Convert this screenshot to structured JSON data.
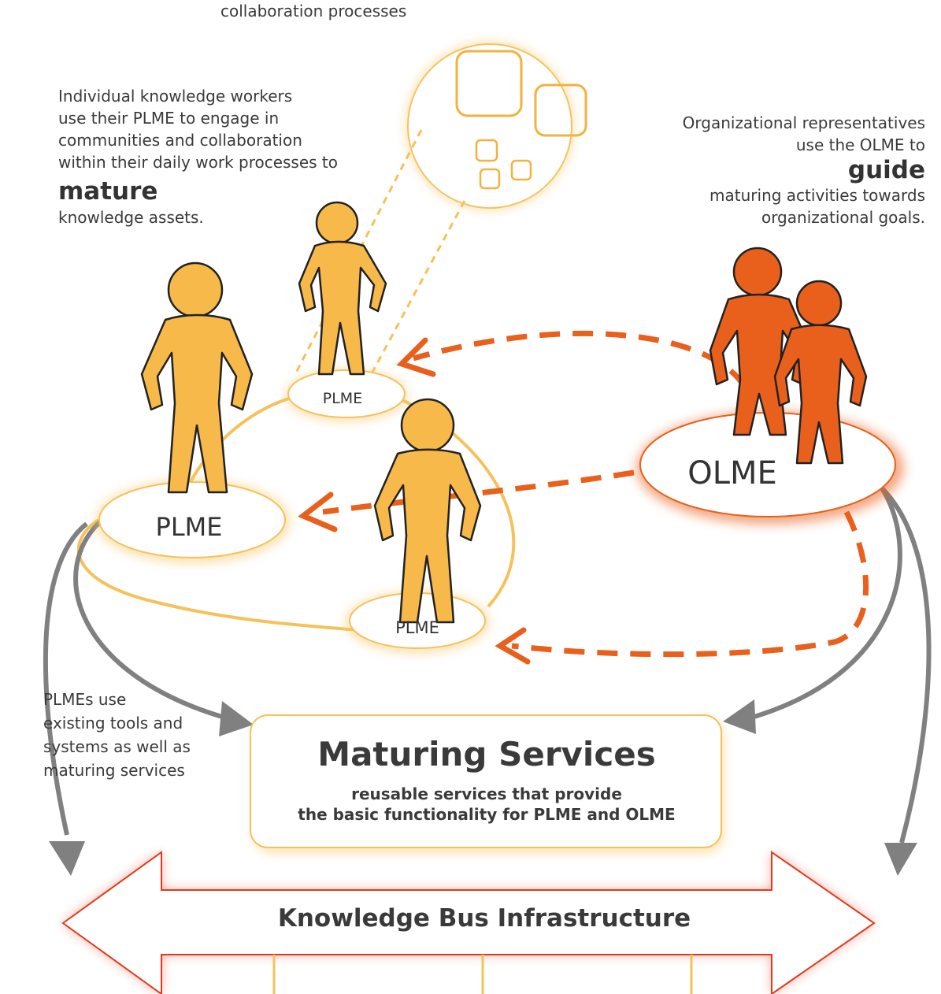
{
  "top_caption": "collaboration processes",
  "left_note": {
    "line1": "Individual knowledge workers",
    "line2": "use their PLME to engage in",
    "line3": "communities and collaboration",
    "line4": "within their daily work processes to",
    "emphasis": "mature",
    "line5": "knowledge assets."
  },
  "right_note": {
    "line1": "Organizational representatives",
    "line2": "use the OLME to",
    "emphasis": "guide",
    "line3": "maturing activities towards",
    "line4": "organizational goals."
  },
  "nodes": {
    "plme_left": "PLME",
    "plme_top": "PLME",
    "plme_middle": "PLME",
    "olme": "OLME"
  },
  "bottom_left_note": {
    "line1": "PLMEs use",
    "line2": "existing tools and",
    "line3": "systems as well as",
    "line4": "maturing services"
  },
  "services": {
    "title": "Maturing Services",
    "sub1": "reusable services that provide",
    "sub2": "the basic functionality for PLME and OLME"
  },
  "bus": {
    "label": "Knowledge Bus Infrastructure"
  },
  "colors": {
    "plme_figure": "#f6b94a",
    "olme_figure": "#e8601c",
    "yellow_line": "#f5c15a",
    "orange_dash": "#e8601c",
    "gray_arrow": "#808080",
    "bus_outline": "#e03a1e"
  }
}
